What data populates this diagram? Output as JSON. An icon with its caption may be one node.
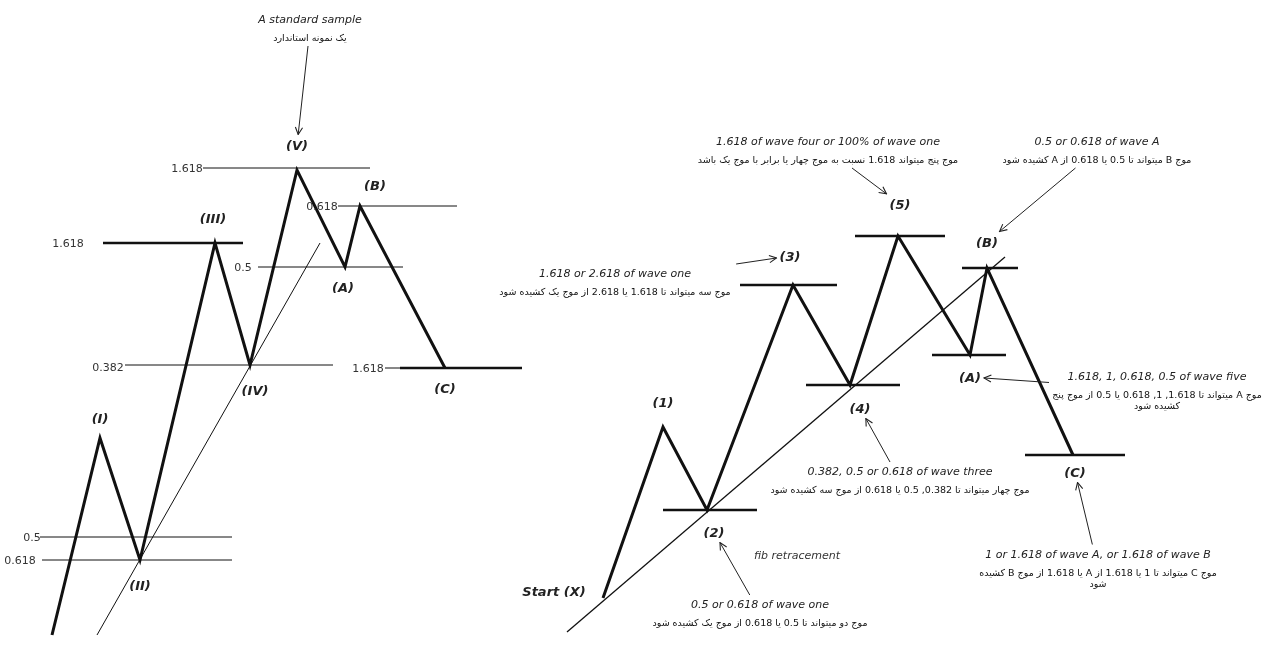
{
  "diagram": {
    "nodes": [
      {
        "text": [
          "A standard sample",
          "یک نمونه استاندارد"
        ]
      },
      {
        "text": [
          "(I)"
        ]
      },
      {
        "text": [
          "(II)"
        ]
      },
      {
        "text": [
          "(III)"
        ]
      },
      {
        "text": [
          "(IV)"
        ]
      },
      {
        "text": [
          "(V)"
        ]
      },
      {
        "text": [
          "(A)"
        ]
      },
      {
        "text": [
          "(B)"
        ]
      },
      {
        "text": [
          "(C)"
        ]
      },
      {
        "text": [
          "Start (X)"
        ]
      },
      {
        "text": [
          "(1)"
        ]
      },
      {
        "text": [
          "(2)"
        ]
      },
      {
        "text": [
          "(3)"
        ]
      },
      {
        "text": [
          "(4)"
        ]
      },
      {
        "text": [
          "(5)"
        ]
      },
      {
        "text": [
          "(A)"
        ]
      },
      {
        "text": [
          "(B)"
        ]
      },
      {
        "text": [
          "(C)"
        ]
      },
      {
        "text": [
          "1.618 of wave four or 100% of wave one",
          "موج پنج میتواند 1.618 نسبت به موج چهار یا برابر با موج یک باشد"
        ]
      },
      {
        "text": [
          "0.5 or 0.618 of wave A",
          "موج B میتواند تا 0.5 یا 0.618 از A کشیده شود"
        ]
      },
      {
        "text": [
          "1.618 or 2.618 of wave one",
          "موج سه میتواند تا 1.618 یا 2.618 از موج یک کشیده شود"
        ]
      },
      {
        "text": [
          "1.618, 1, 0.618, 0.5 of wave five",
          "موج A میتواند تا 1.618, 1, 0.618 یا 0.5 از موج پنج کشیده شود"
        ]
      },
      {
        "text": [
          "0.382, 0.5 or 0.618 of wave three",
          "موج چهار میتواند تا 0.382, 0.5 یا 0.618 از موج سه کشیده شود"
        ]
      },
      {
        "text": [
          "1 or 1.618 of wave A, or 1.618 of wave B",
          "موج C میتواند تا 1 یا 1.618 از A یا 1.618 از موج B کشیده شود"
        ]
      },
      {
        "text": [
          "0.5 or 0.618 of wave one",
          "موج دو میتواند تا 0.5 یا 0.618 از موج یک کشیده شود"
        ]
      }
    ],
    "edges": [
      {
        "from": 0,
        "to": 5,
        "arrow": "to"
      },
      {
        "from": 18,
        "to": 14,
        "arrow": "to"
      },
      {
        "from": 19,
        "to": 16,
        "arrow": "to"
      },
      {
        "from": 20,
        "to": 12,
        "arrow": "to"
      },
      {
        "from": 21,
        "to": 15,
        "arrow": "to"
      },
      {
        "from": 22,
        "to": 13,
        "arrow": "to"
      },
      {
        "from": 23,
        "to": 17,
        "arrow": "to"
      },
      {
        "from": 24,
        "to": 11,
        "arrow": "to"
      }
    ],
    "labels": [
      "1.618",
      "0.618",
      "1.618",
      "0.5",
      "0.382",
      "1.618",
      "0.5",
      "fib retracement",
      "0.618"
    ]
  }
}
